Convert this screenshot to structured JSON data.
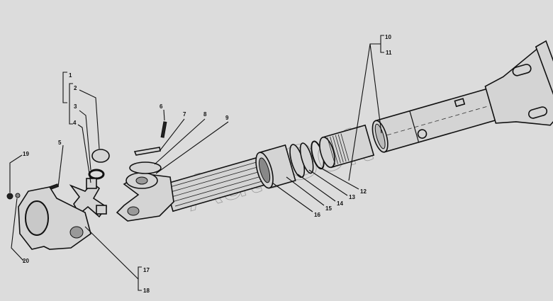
{
  "diagram": {
    "watermark": "AutoSoft",
    "labels": {
      "p1": "1",
      "p2": "2",
      "p3": "3",
      "p4": "4",
      "p5": "5",
      "p6": "6",
      "p7": "7",
      "p8": "8",
      "p9": "9",
      "p10": "10",
      "p11": "11",
      "p12": "12",
      "p13": "13",
      "p14": "14",
      "p15": "15",
      "p16": "16",
      "p17": "17",
      "p18": "18",
      "p19": "19",
      "p20": "20"
    }
  }
}
